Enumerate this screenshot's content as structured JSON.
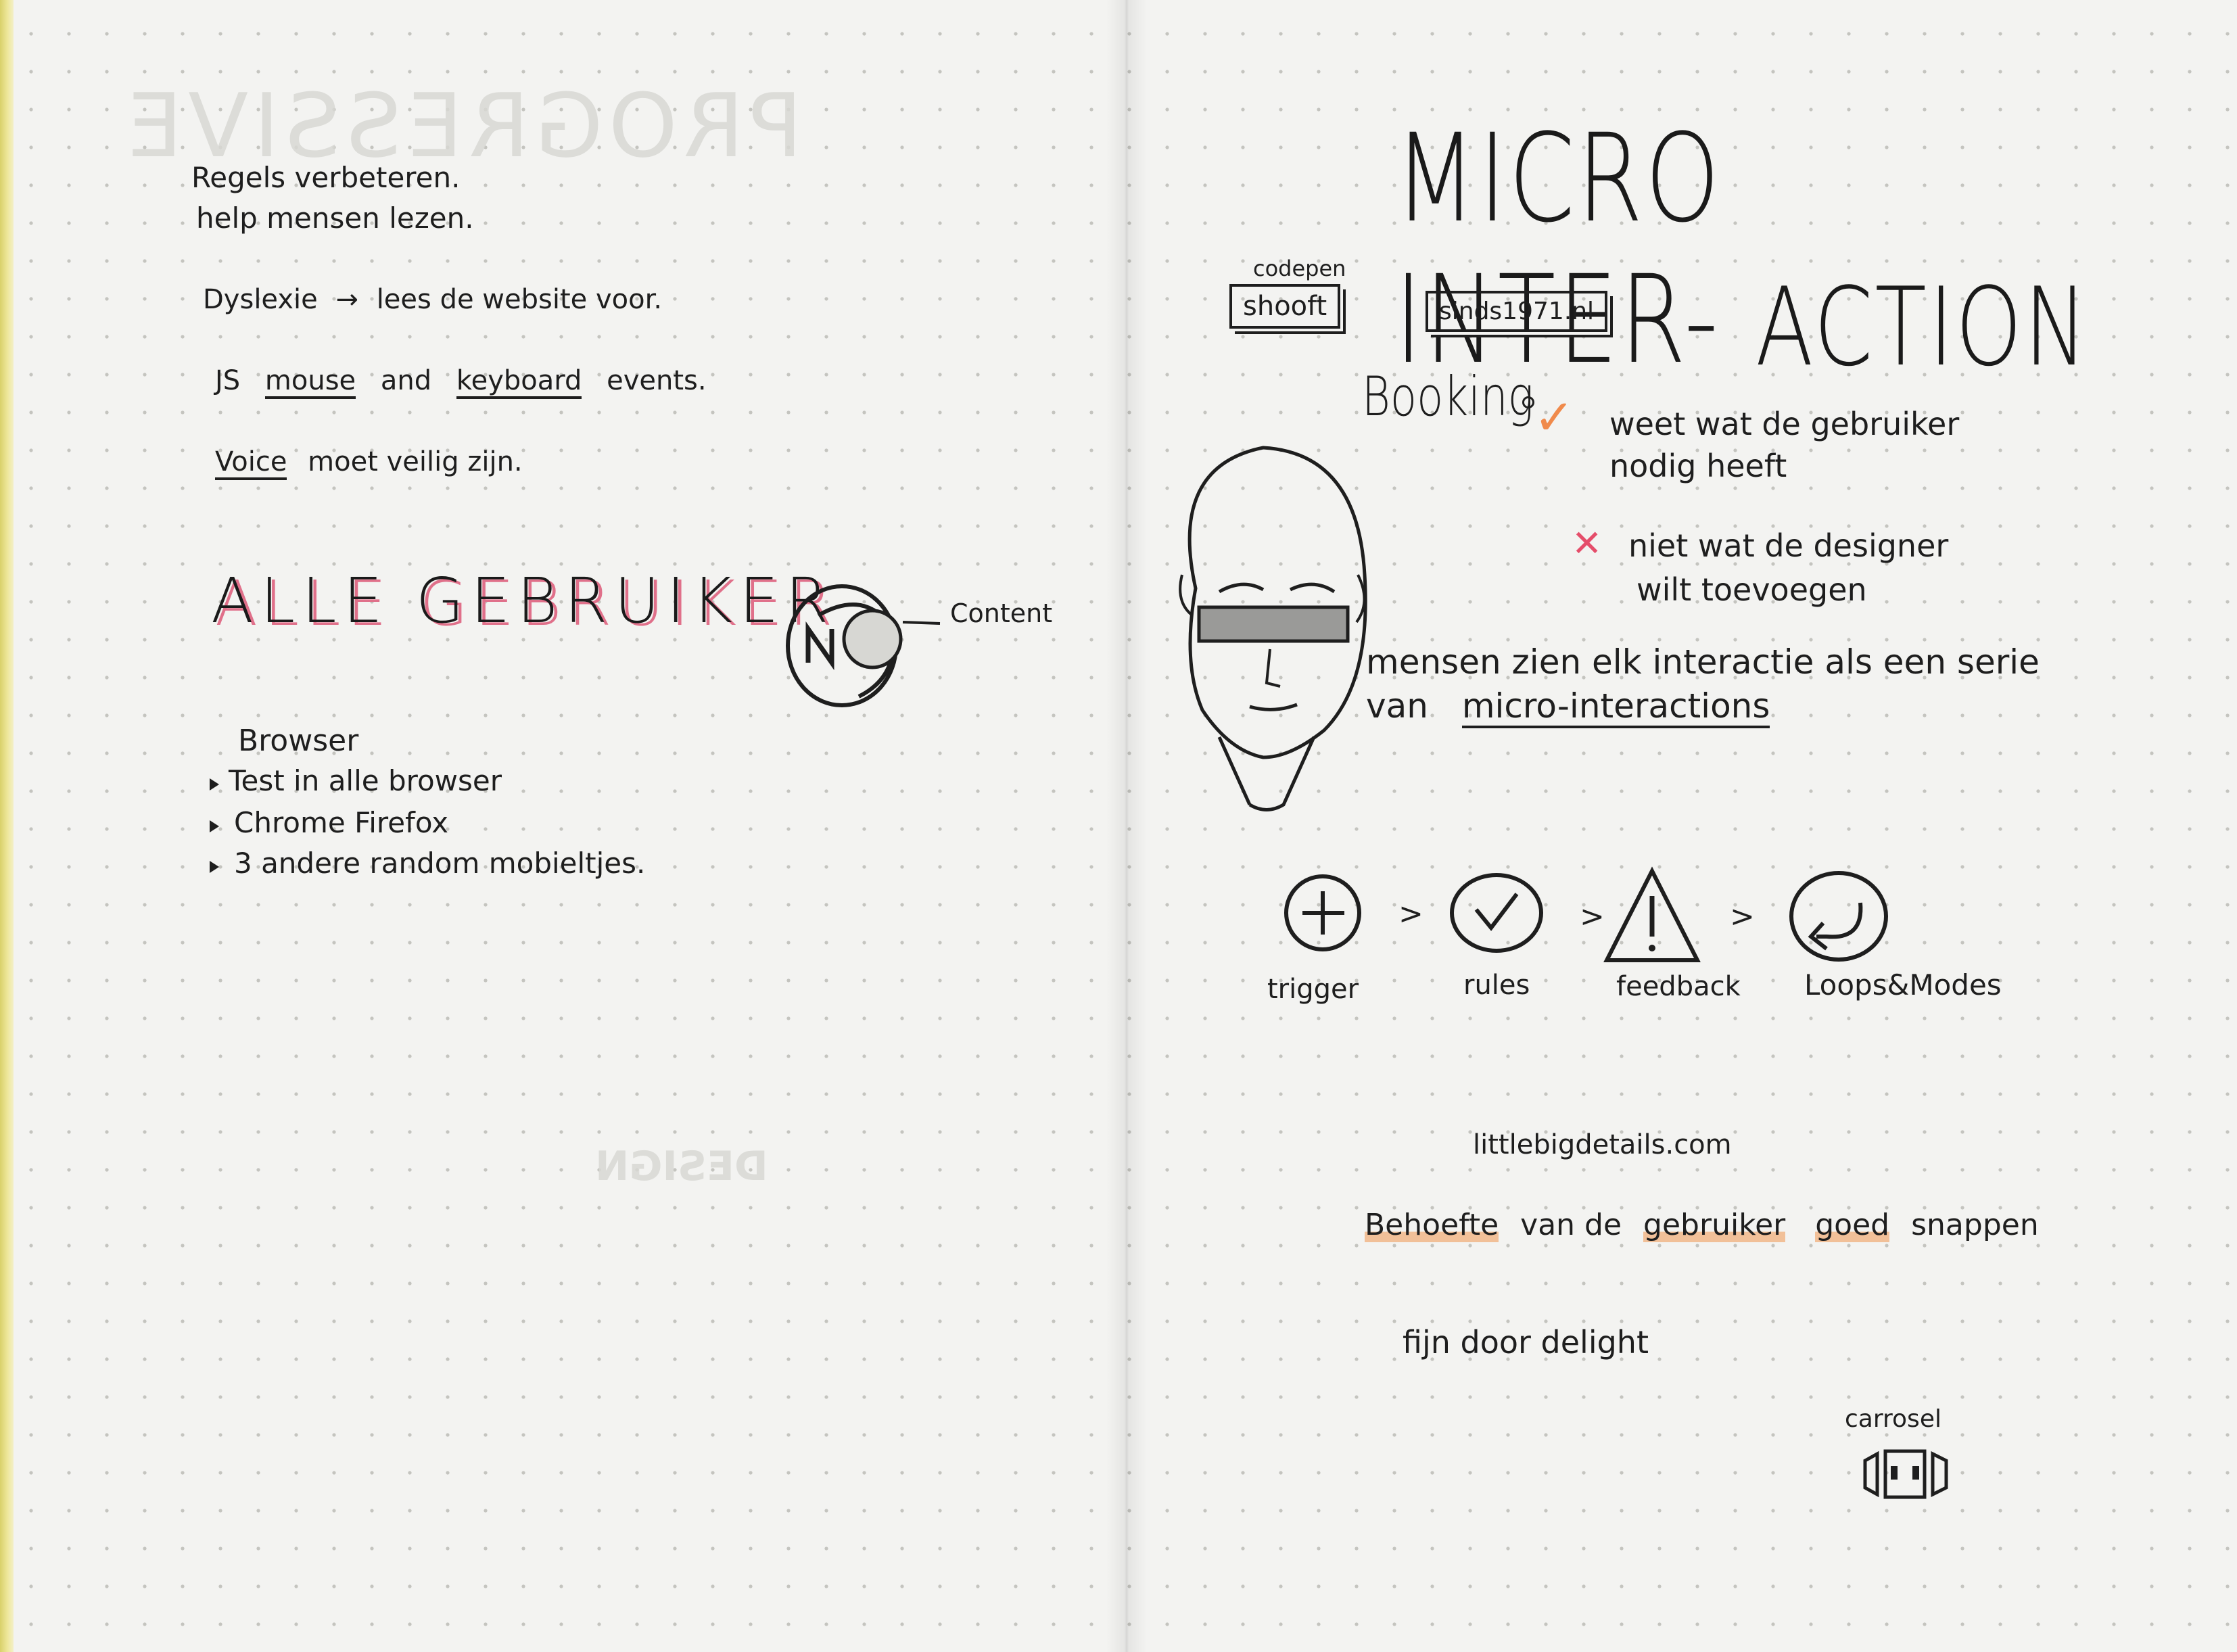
{
  "left_page": {
    "notes": {
      "line1": "Regels verbeteren.",
      "line2": "help mensen lezen.",
      "dyslexia_a": "Dyslexie",
      "dyslexia_arrow": "→",
      "dyslexia_b": "lees de website voor.",
      "js_1": "JS",
      "js_mouse": "mouse",
      "js_and": "and",
      "js_keyboard": "keyboard",
      "js_events": "events.",
      "voice_1": "Voice",
      "voice_2": "moet veilig zijn."
    },
    "heading": "ALLE GEBRUIKER",
    "content_label": "Content",
    "browser": {
      "title": "Browser",
      "items": [
        "Test in alle browser",
        "Chrome Firefox",
        "3 andere random mobieltjes."
      ]
    }
  },
  "right_page": {
    "title_line1": "MICRO INTER-",
    "title_line2": "ACTION",
    "codepen_label": "codepen",
    "box_shooft": "shooft",
    "box_sinds": "sinds1971.nl",
    "booking": "Booking",
    "check_text_1": "weet wat de gebruiker",
    "check_text_2": "nodig heeft",
    "cross_text_1": "niet wat de designer",
    "cross_text_2": "wilt toevoegen",
    "series_1": "mensen zien elk interactie als een serie",
    "series_2a": "van",
    "series_2b": "micro-interactions",
    "flow": [
      {
        "label": "trigger",
        "icon": "plus-circle-icon"
      },
      {
        "label": "rules",
        "icon": "check-circle-icon"
      },
      {
        "label": "feedback",
        "icon": "warning-triangle-icon"
      },
      {
        "label": "Loops&Modes",
        "icon": "loop-arrow-icon"
      }
    ],
    "flow_separator": ">",
    "site": "littlebigdetails.com",
    "needs_1": "Behoefte",
    "needs_2": "van de",
    "needs_3": "gebruiker",
    "needs_4": "goed",
    "needs_5": "snappen",
    "delight": "fijn door delight",
    "carousel": "carrosel"
  },
  "colors": {
    "ink": "#1e1e1e",
    "pink": "#e0708a",
    "orange_check": "#f08a4b",
    "red_cross": "#e54d6a",
    "highlight": "#f0a06a",
    "yellow_edge": "#e8df7a"
  }
}
